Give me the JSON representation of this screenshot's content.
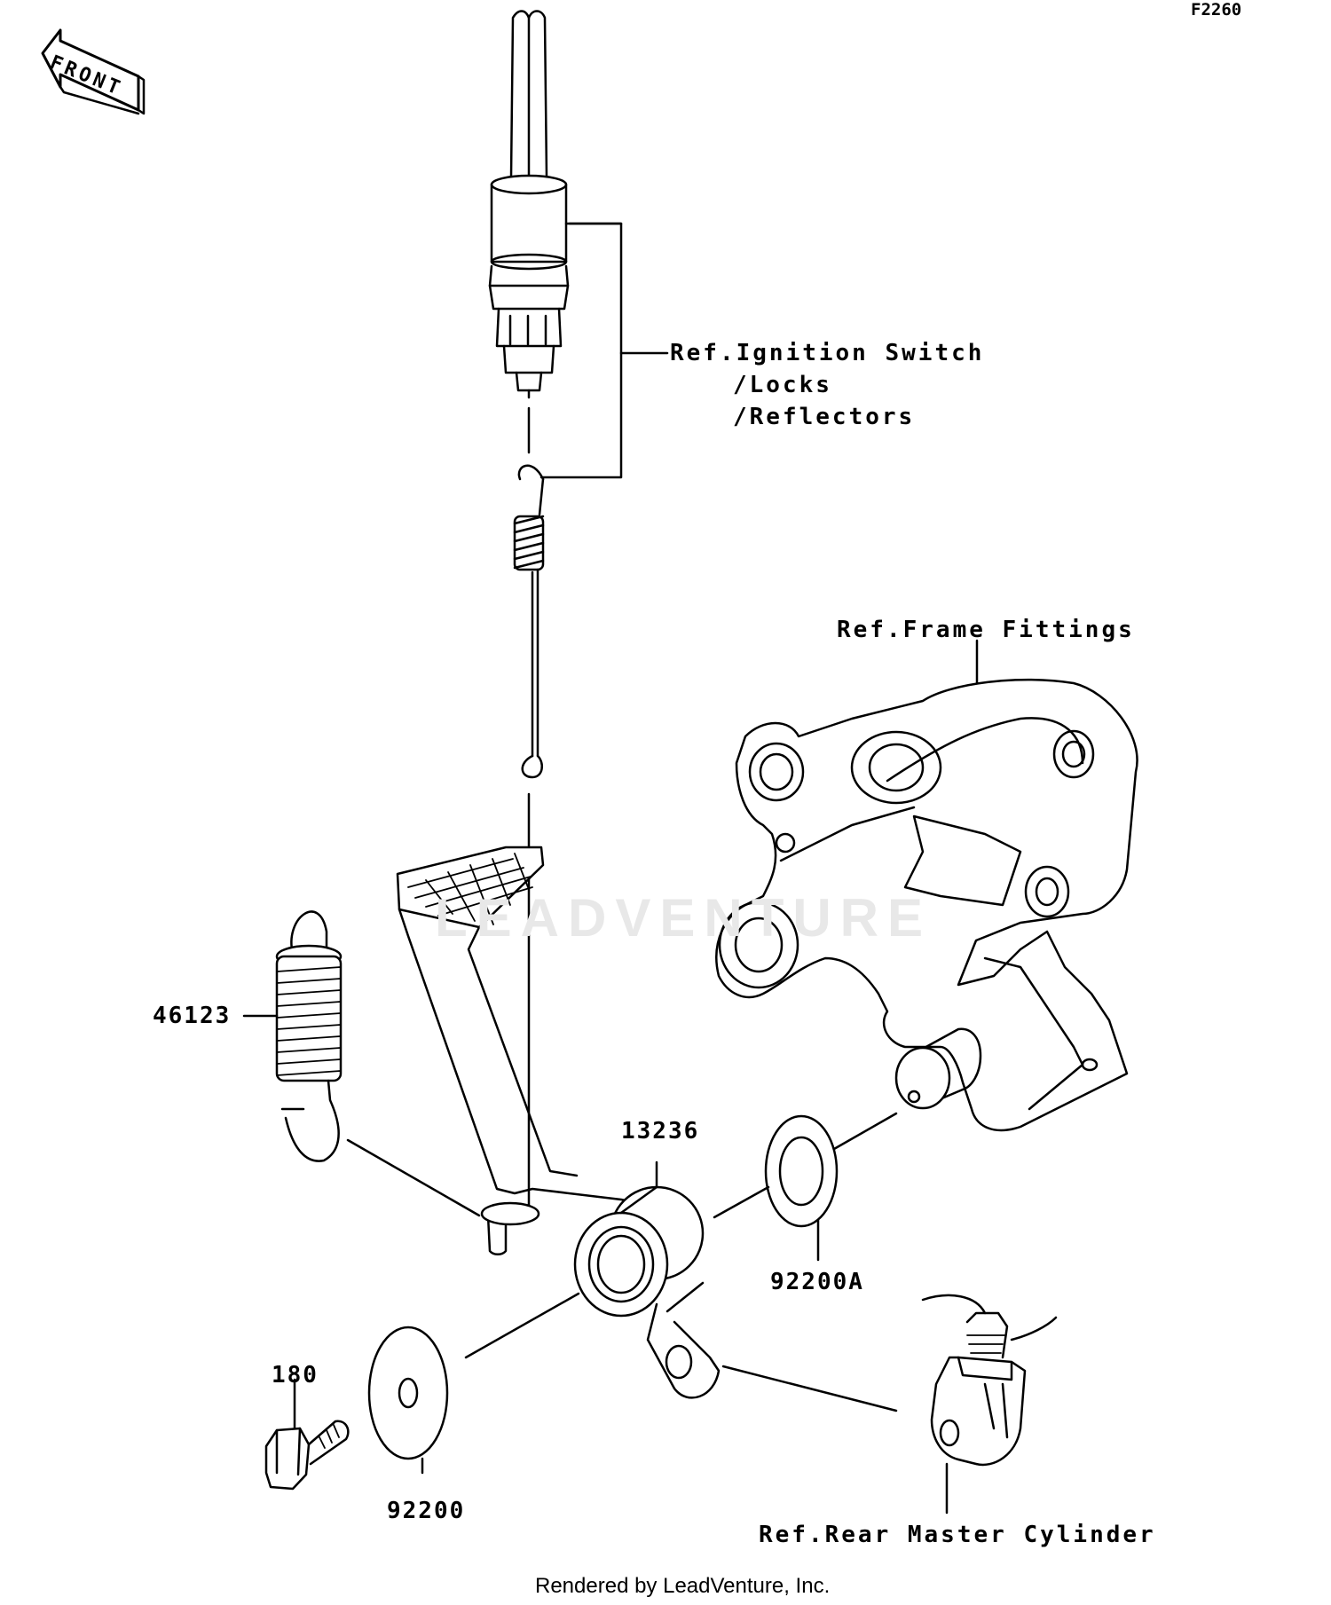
{
  "figure_code": "F2260",
  "front_label": "FRONT",
  "watermark": "LEADVENTURE",
  "footer": "Rendered by LeadVenture, Inc.",
  "refs": {
    "ignition_line1": "Ref.Ignition Switch",
    "ignition_line2": "/Locks",
    "ignition_line3": "/Reflectors",
    "frame_fittings": "Ref.Frame Fittings",
    "rear_master_cylinder": "Ref.Rear Master Cylinder"
  },
  "parts": {
    "spring": "46123",
    "pedal": "13236",
    "washer_a": "92200A",
    "bolt": "180",
    "washer": "92200"
  }
}
